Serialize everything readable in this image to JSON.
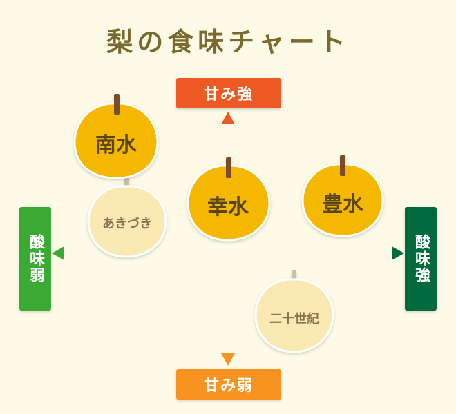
{
  "title": "梨の食味チャート",
  "axes": {
    "top": {
      "label": "甘み強",
      "color": "#ee5a24"
    },
    "bottom": {
      "label": "甘み弱",
      "color": "#f7931e"
    },
    "left": {
      "label": "酸味弱",
      "color": "#3aaa35"
    },
    "right": {
      "label": "酸味強",
      "color": "#00693e"
    }
  },
  "pears": [
    {
      "name": "南水",
      "highlight": true
    },
    {
      "name": "あきづき",
      "highlight": false
    },
    {
      "name": "幸水",
      "highlight": true
    },
    {
      "name": "豊水",
      "highlight": true
    },
    {
      "name": "二十世紀",
      "highlight": false
    }
  ],
  "colors": {
    "background": "#fdfbe8",
    "pear_fill": "#f5b800",
    "pear_stroke": "#ffffff",
    "pear_text": "#5a4512",
    "pale_pear_fill": "#fbe9b4",
    "pale_pear_text": "#8a7350",
    "stem": "#7a4e2a"
  }
}
